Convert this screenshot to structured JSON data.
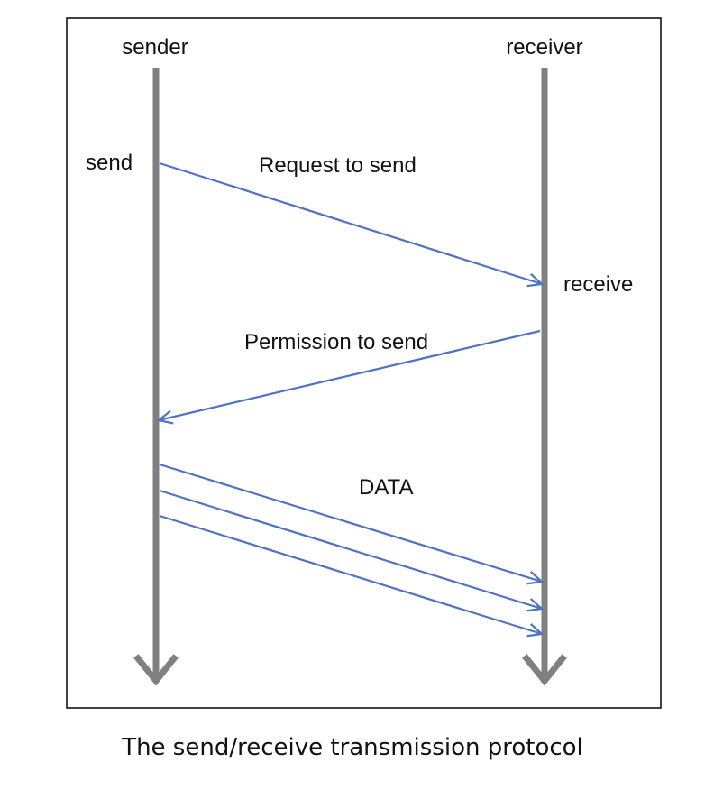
{
  "participants": {
    "sender": "sender",
    "receiver": "receiver"
  },
  "events": {
    "send": "send",
    "receive": "receive"
  },
  "messages": {
    "request": "Request to send",
    "permission": "Permission to send",
    "data": "DATA"
  },
  "caption": "The send/receive transmission protocol",
  "colors": {
    "lifeline": "#808083",
    "arrow": "#4f73c4",
    "border": "#000000"
  }
}
